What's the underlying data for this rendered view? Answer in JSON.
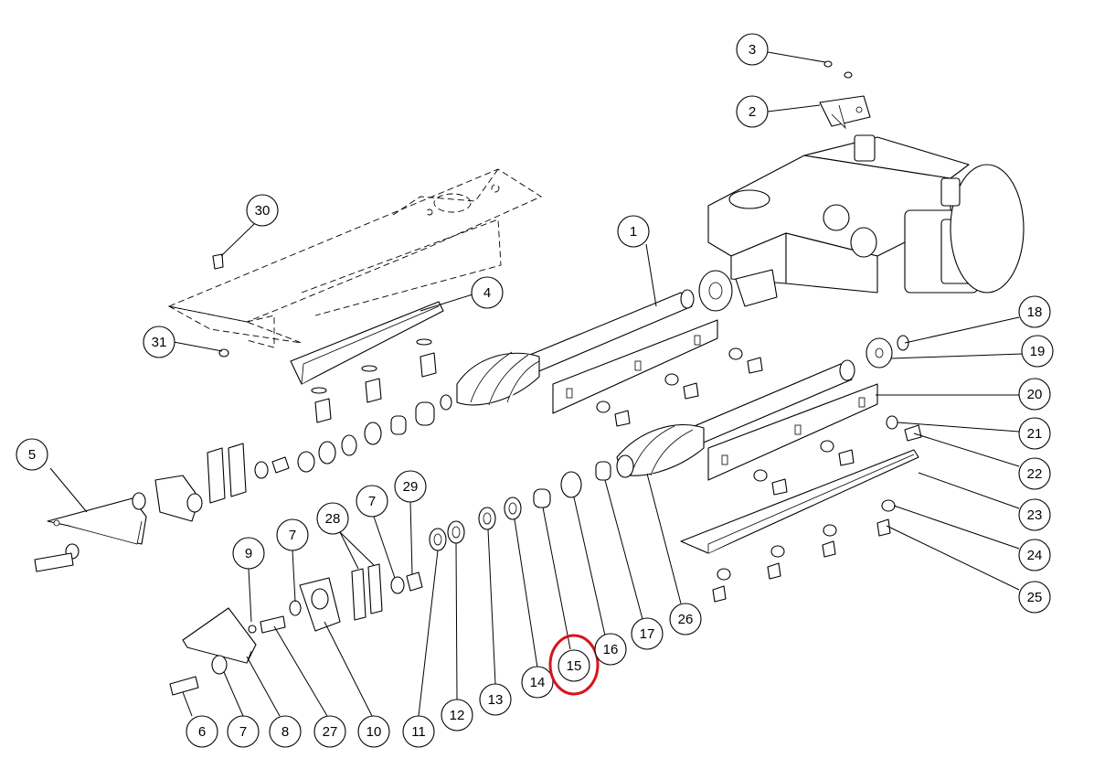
{
  "diagram": {
    "highlight_color": "#d7141e",
    "highlighted_callout": "15",
    "callouts": [
      "1",
      "2",
      "3",
      "4",
      "5",
      "6",
      "7",
      "7",
      "7",
      "8",
      "9",
      "10",
      "11",
      "12",
      "13",
      "14",
      "15",
      "16",
      "17",
      "18",
      "19",
      "20",
      "21",
      "22",
      "23",
      "24",
      "25",
      "26",
      "27",
      "28",
      "29",
      "30",
      "31"
    ]
  }
}
